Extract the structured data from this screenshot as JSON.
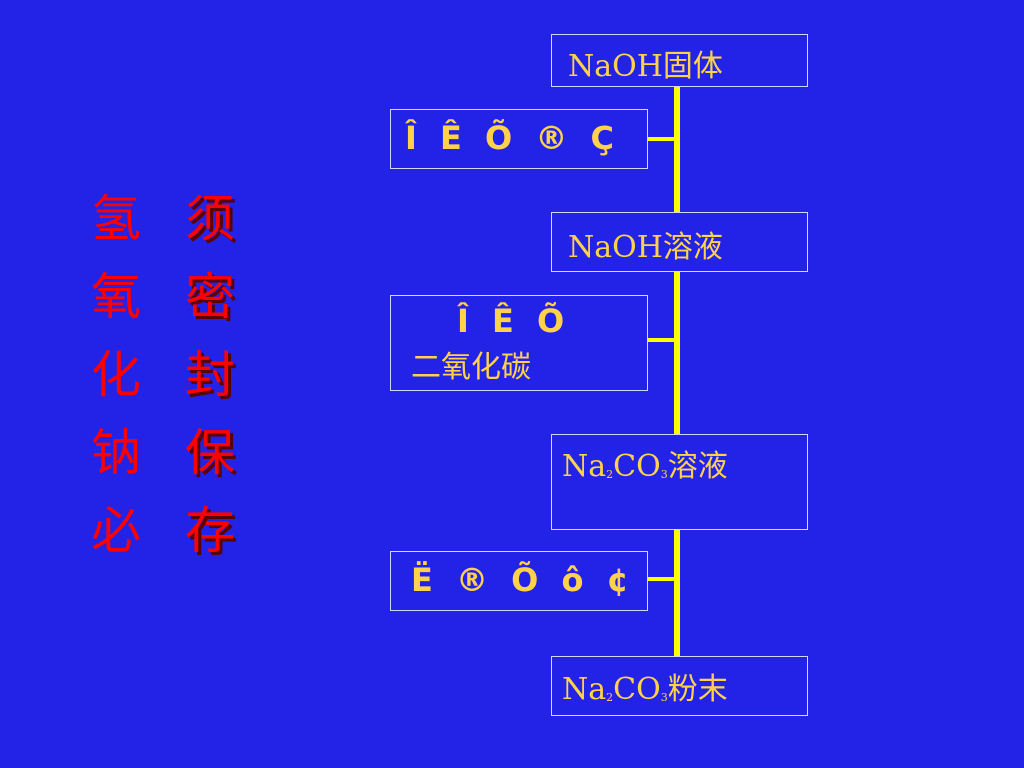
{
  "title": {
    "col1": [
      "氢",
      "氧",
      "化",
      "钠",
      "必"
    ],
    "col2": [
      "须",
      "密",
      "封",
      "保",
      "存"
    ]
  },
  "flow": {
    "box1": "NaOH固体",
    "box2": "Î  Ê Õ ® Ç",
    "box3": "NaOH溶液",
    "box4_line1": "Î  Ê Õ",
    "box4_line2": "二氧化碳",
    "box5_pre": "Na",
    "box5_sub1": "2",
    "box5_mid": "CO",
    "box5_sub2": "3",
    "box5_post": "溶液",
    "box6": "Ë ® Õ ô ¢",
    "box7_pre": "Na",
    "box7_sub1": "2",
    "box7_mid": "CO",
    "box7_sub2": "3",
    "box7_post": "粉末"
  },
  "colors": {
    "background": "#2323e8",
    "title_text": "#ff0000",
    "box_text": "#ffd24a",
    "connector": "#ffff00",
    "box_border": "#d6d6ff"
  }
}
